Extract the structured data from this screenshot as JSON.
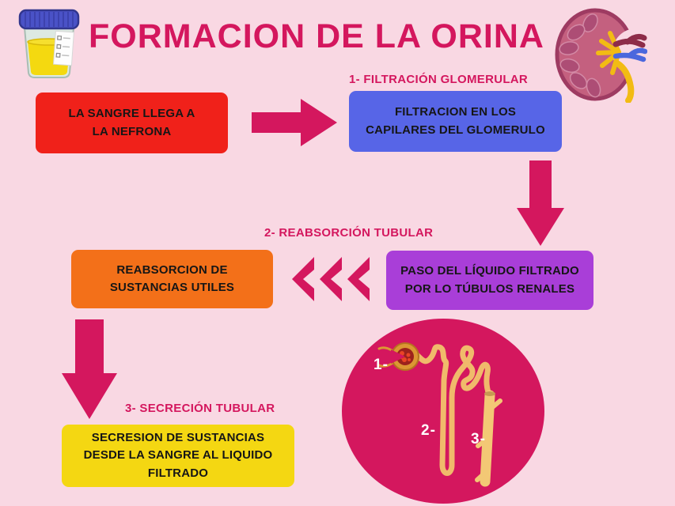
{
  "title": "FORMACION DE LA ORINA",
  "steps": {
    "step1_label": "1- FILTRACIÓN GLOMERULAR",
    "step2_label": "2- REABSORCIÓN TUBULAR",
    "step3_label": "3- SECRECIÓN TUBULAR"
  },
  "boxes": {
    "blood": {
      "lines": [
        "LA SANGRE LLEGA A",
        "LA NEFRONA"
      ],
      "color": "#f0211a"
    },
    "filtration": {
      "lines": [
        "FILTRACION EN LOS",
        "CAPILARES DEL GLOMERULO"
      ],
      "color": "#5765e7"
    },
    "reabsorption": {
      "lines": [
        "REABSORCION DE",
        "SUSTANCIAS UTILES"
      ],
      "color": "#f37019"
    },
    "passage": {
      "lines": [
        "PASO DEL LÍQUIDO FILTRADO",
        "POR LO TÚBULOS RENALES"
      ],
      "color": "#a93ed8"
    },
    "secretion": {
      "lines": [
        "SECRESION DE SUSTANCIAS",
        "DESDE LA SANGRE AL LIQUIDO",
        "FILTRADO"
      ],
      "color": "#f4d712"
    }
  },
  "nephron_diagram": {
    "markers": [
      "1-",
      "2-",
      "3-"
    ],
    "circle_color": "#d4175e"
  },
  "icons": {
    "urine_sample": "urine-sample-cup",
    "kidney": "kidney-cross-section"
  },
  "colors": {
    "background": "#f9d8e3",
    "accent": "#d4175e",
    "text": "#161616"
  }
}
